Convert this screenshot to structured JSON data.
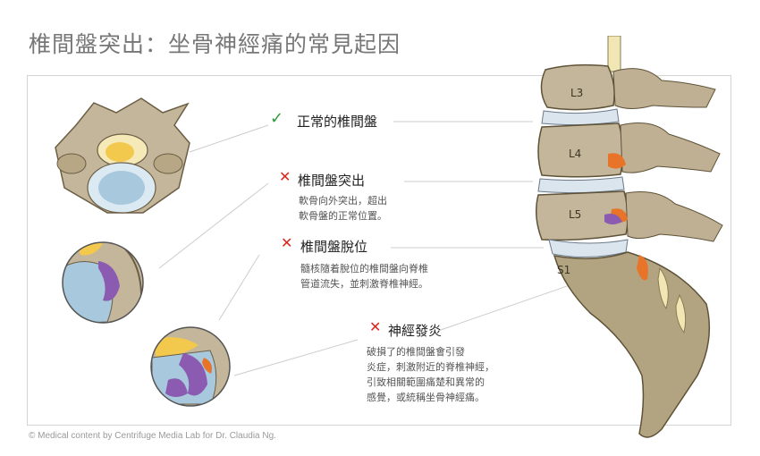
{
  "title": "椎間盤突出：坐骨神經痛的常見起因",
  "footer": "© Medical content by Centrifuge Media Lab for Dr. Claudia Ng.",
  "colors": {
    "check": "#2e9a3a",
    "cross": "#d9261c",
    "bone": "#c4b69a",
    "disc": "#a8c8de",
    "nucleus": "#f2c94c",
    "nerve": "#e8742a",
    "herniation": "#8a5bb0"
  },
  "items": [
    {
      "mark": "✓",
      "mark_icon": "check-icon",
      "label": "正常的椎間盤",
      "desc": ""
    },
    {
      "mark": "✕",
      "mark_icon": "cross-icon",
      "label": "椎間盤突出",
      "desc": "軟骨向外突出，超出\n軟骨盤的正常位置。"
    },
    {
      "mark": "✕",
      "mark_icon": "cross-icon",
      "label": "椎間盤脫位",
      "desc": "髓核隨着脫位的椎間盤向脊椎\n管道流失，並刺激脊椎神經。"
    },
    {
      "mark": "✕",
      "mark_icon": "cross-icon",
      "label": "神經發炎",
      "desc": "破損了的椎間盤會引發\n炎症，刺激附近的脊椎神經，\n引致相關範圍痛楚和異常的\n感覺，或統稱坐骨神經痛。"
    }
  ],
  "vertebrae": [
    "L3",
    "L4",
    "L5",
    "S1"
  ]
}
